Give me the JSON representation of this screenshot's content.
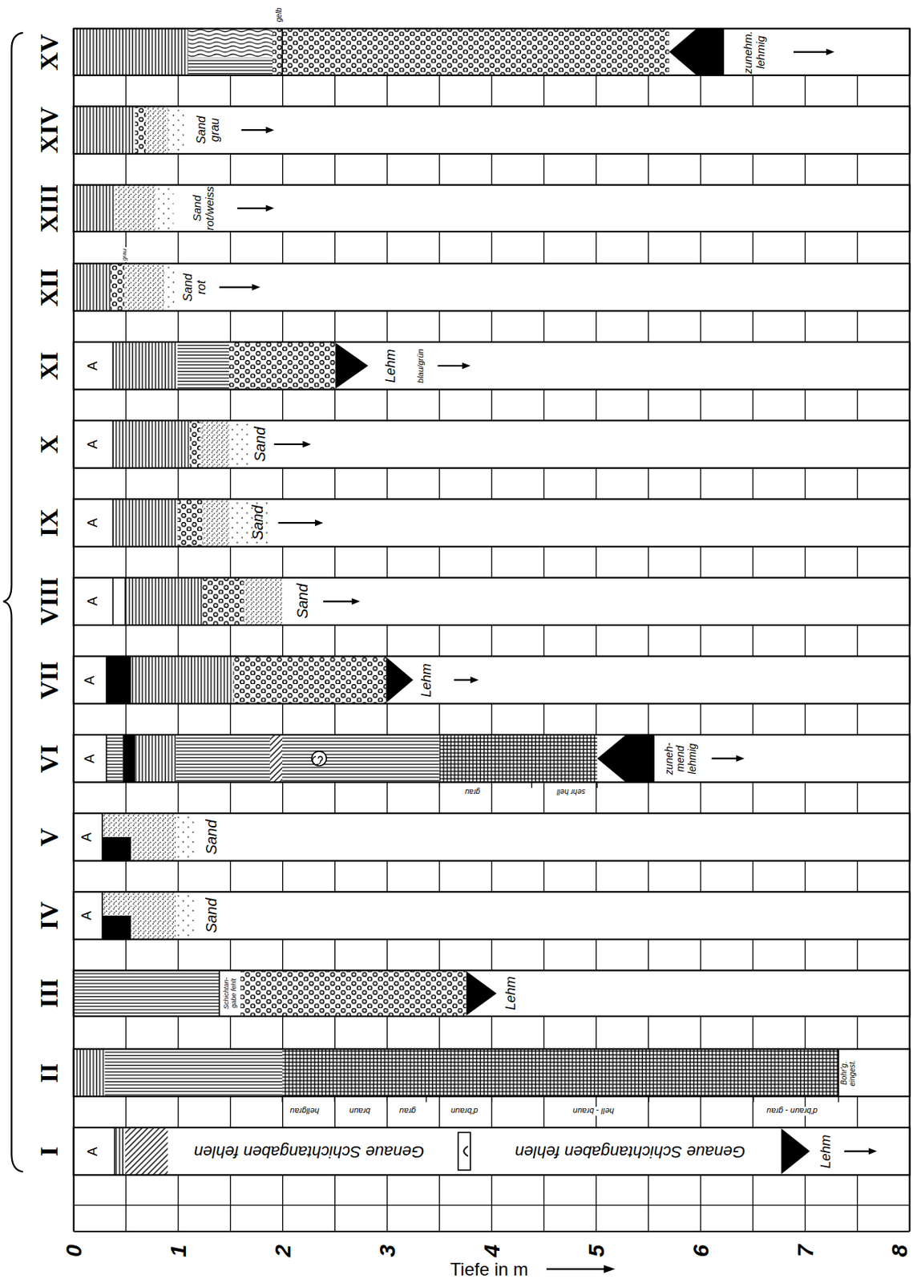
{
  "diagram": {
    "nodes": [
      {
        "text": [
          "I",
          "A",
          "Genaue Schichtangaben fehlen",
          "Genaue Schichtangaben fehlen",
          "Lehm"
        ]
      },
      {
        "text": [
          "II",
          "Bohr'g. eingest.",
          "hellgrau",
          "braun",
          "grau",
          "d'braun",
          "hell - braun",
          "d'braun - grau"
        ]
      },
      {
        "text": [
          "III",
          "Schichtan- gabe fehlt",
          "Lehm"
        ]
      },
      {
        "text": [
          "IV",
          "A",
          "Sand"
        ]
      },
      {
        "text": [
          "V",
          "A",
          "Sand"
        ]
      },
      {
        "text": [
          "VI",
          "A",
          "zuneh- mend lehmig",
          "grau",
          "sehr hell"
        ]
      },
      {
        "text": [
          "VII",
          "A",
          "Lehm"
        ]
      },
      {
        "text": [
          "VIII",
          "A",
          "Sand"
        ]
      },
      {
        "text": [
          "IX",
          "A",
          "Sand"
        ]
      },
      {
        "text": [
          "X",
          "A",
          "Sand"
        ]
      },
      {
        "text": [
          "XI",
          "A",
          "Lehm",
          "blau/grün"
        ]
      },
      {
        "text": [
          "XII",
          "grau",
          "Sand rot"
        ]
      },
      {
        "text": [
          "XIII",
          "Sand rot/weiss"
        ]
      },
      {
        "text": [
          "XIV",
          "Sand grau"
        ]
      },
      {
        "text": [
          "XV",
          "gelb",
          "zunehm. lehmig"
        ]
      }
    ],
    "labels": [
      "0",
      "1",
      "2",
      "3",
      "4",
      "5",
      "6",
      "7",
      "8",
      "Tiefe in m"
    ]
  }
}
